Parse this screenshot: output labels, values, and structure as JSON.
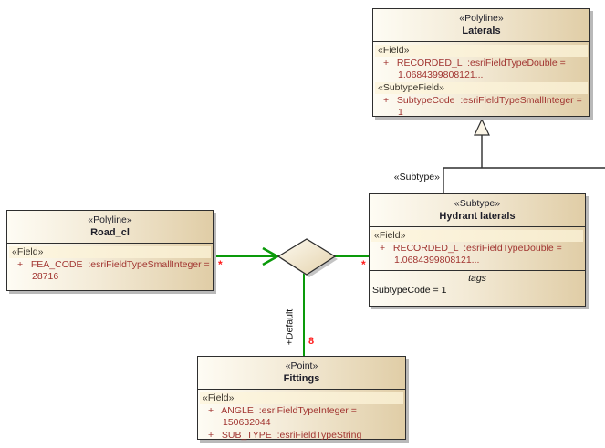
{
  "diagram": {
    "kind": "uml-geodatabase-class-diagram",
    "colors": {
      "connector_green": "#0a9a0a",
      "multiplicity_red": "#ff1a1a",
      "attribute_maroon": "#a13430",
      "box_fill_light": "#fefcf4",
      "box_fill_dark": "#e0cda6",
      "box_border": "#2e2e2e",
      "shadow_gray": "#b9b9b9"
    }
  },
  "classes": {
    "laterals": {
      "stereotype": "«Polyline»",
      "name": "Laterals",
      "field_header": "«Field»",
      "field_row": "+   RECORDED_L  :esriFieldTypeDouble =\n1.0684399808121...",
      "subtypefield_header": "«SubtypeField»",
      "subtypefield_row": "+   SubtypeCode  :esriFieldTypeSmallInteger = 1"
    },
    "hydrant_laterals": {
      "stereotype": "«Subtype»",
      "name": "Hydrant laterals",
      "field_header": "«Field»",
      "field_row": "+   RECORDED_L  :esriFieldTypeDouble =\n1.0684399808121...",
      "tags_title": "tags",
      "tags_row": "SubtypeCode = 1"
    },
    "road_cl": {
      "stereotype": "«Polyline»",
      "name": "Road_cl",
      "field_header": "«Field»",
      "field_row": "+   FEA_CODE  :esriFieldTypeSmallInteger =\n28716"
    },
    "fittings": {
      "stereotype": "«Point»",
      "name": "Fittings",
      "field_header": "«Field»",
      "rows": [
        "+   ANGLE  :esriFieldTypeInteger = 150632044",
        "+   SUB_TYPE  :esriFieldTypeString"
      ]
    }
  },
  "connectors": {
    "generalization_label": "«Subtype»",
    "road_multiplicity": "*",
    "hydrant_multiplicity": "*",
    "fittings_role": "+Default",
    "fittings_multiplicity": "8"
  }
}
